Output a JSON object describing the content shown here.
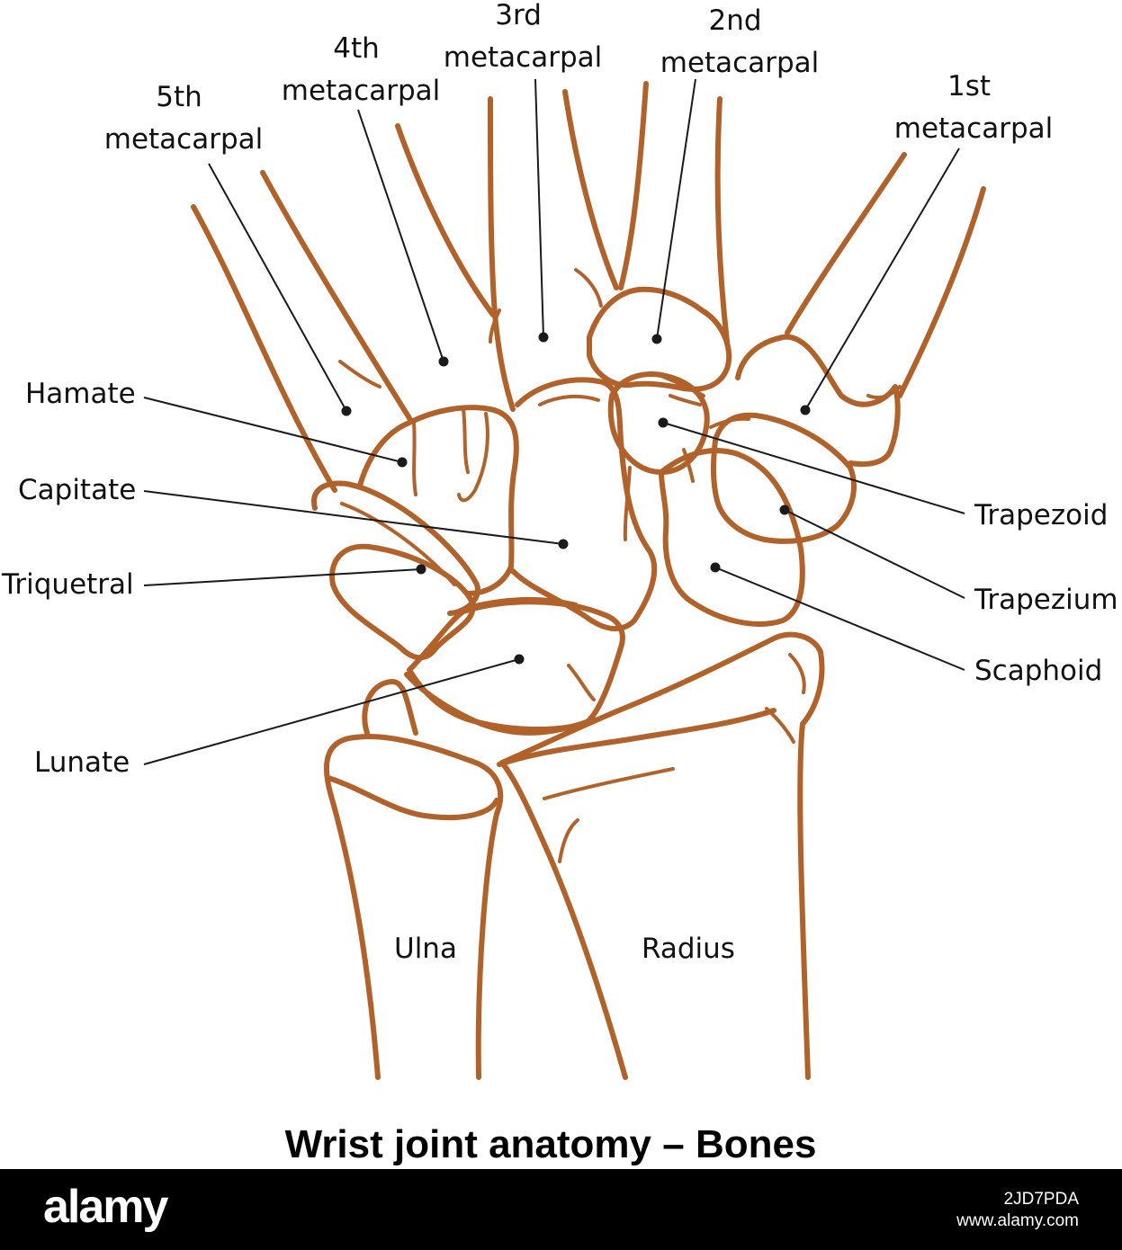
{
  "colors": {
    "bone": "#b0622a",
    "leader": "#1a1a1a",
    "footer": "#000000"
  },
  "title": "Wrist joint anatomy – Bones",
  "labels": {
    "fifth_metacarpal": [
      "5th",
      "metacarpal"
    ],
    "fourth_metacarpal": [
      "4th",
      "metacarpal"
    ],
    "third_metacarpal": [
      "3rd",
      "metacarpal"
    ],
    "second_metacarpal": [
      "2nd",
      "metacarpal"
    ],
    "first_metacarpal": [
      "1st",
      "metacarpal"
    ],
    "hamate": "Hamate",
    "capitate": "Capitate",
    "triquetral": "Triquetral",
    "lunate": "Lunate",
    "trapezoid": "Trapezoid",
    "trapezium": "Trapezium",
    "scaphoid": "Scaphoid",
    "ulna": "Ulna",
    "radius": "Radius"
  },
  "footer": {
    "brand": "alamy",
    "image_id": "2JD7PDA",
    "site": "www.alamy.com"
  }
}
